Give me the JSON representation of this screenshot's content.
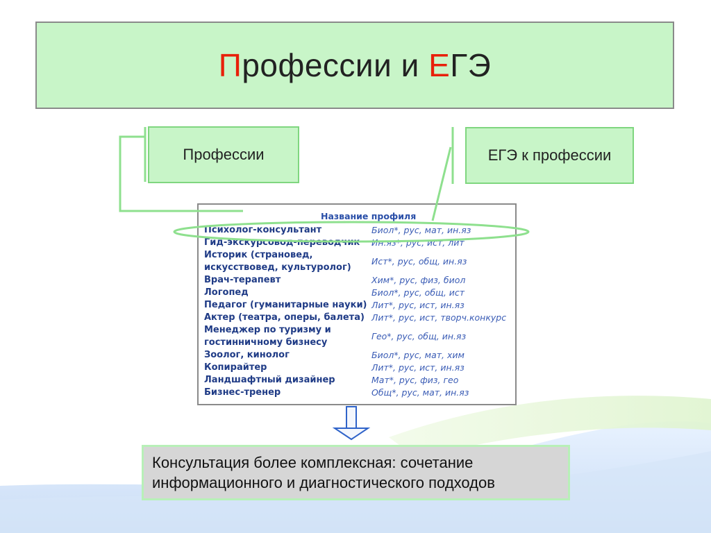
{
  "title": {
    "part1_red": "П",
    "part1_rest": "рофессии и ",
    "part2_red": "Е",
    "part2_rest": "ГЭ"
  },
  "labels": {
    "professions": "Профессии",
    "ege_for_profession": "ЕГЭ к профессии"
  },
  "table": {
    "header": "Название профиля",
    "rows": [
      {
        "profession": [
          "Психолог-консультант"
        ],
        "exams": "Биол*, рус, мат, ин.яз"
      },
      {
        "profession": [
          "Гид-экскурсовод-переводчик"
        ],
        "exams": "Ин.яз*, рус, ист, лит"
      },
      {
        "profession": [
          "Историк (страновед,",
          "искусствовед, культуролог)"
        ],
        "exams": "Ист*, рус, общ, ин.яз"
      },
      {
        "profession": [
          "Врач-терапевт"
        ],
        "exams": "Хим*, рус, физ, биол"
      },
      {
        "profession": [
          "Логопед"
        ],
        "exams": "Биол*, рус, общ, ист"
      },
      {
        "profession": [
          "Педагог (гуманитарные науки)"
        ],
        "exams": "Лит*, рус, ист, ин.яз"
      },
      {
        "profession": [
          "Актер (театра, оперы, балета)"
        ],
        "exams": "Лит*, рус, ист, творч.конкурс"
      },
      {
        "profession": [
          "Менеджер по туризму и",
          "гостинничному бизнесу"
        ],
        "exams": "Гео*, рус, общ, ин.яз"
      },
      {
        "profession": [
          "Зоолог, кинолог"
        ],
        "exams": "Биол*, рус, мат, хим"
      },
      {
        "profession": [
          "Копирайтер"
        ],
        "exams": "Лит*, рус, ист, ин.яз"
      },
      {
        "profession": [
          "Ландшафтный дизайнер"
        ],
        "exams": "Мат*, рус, физ, гео"
      },
      {
        "profession": [
          "Бизнес-тренер"
        ],
        "exams": "Общ*, рус, мат, ин.яз"
      }
    ]
  },
  "conclusion": {
    "line1": "Консультация более комплексная: сочетание",
    "line2": "информационного и диагностического подходов"
  },
  "colors": {
    "accent_red": "#e8200a",
    "box_green": "#c8f5c8",
    "line_green": "#8ee08e",
    "table_blue": "#1f3b86",
    "arrow_blue": "#2f63c9"
  }
}
